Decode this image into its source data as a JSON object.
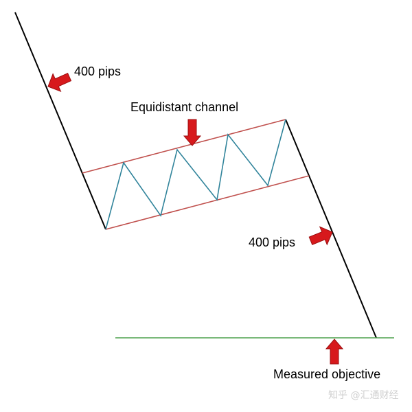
{
  "labels": {
    "top_move": "400 pips",
    "channel": "Equidistant channel",
    "bottom_move": "400 pips",
    "objective": "Measured objective"
  },
  "watermark": "知乎 @汇通财经",
  "colors": {
    "price_line": "#000000",
    "channel_line": "#c0504d",
    "zigzag": "#31849b",
    "objective_line": "#4ea24e",
    "arrow_fill": "#d7191c",
    "arrow_stroke": "#9c0e10"
  },
  "icons": {
    "pointer": "red-arrow-icon"
  }
}
